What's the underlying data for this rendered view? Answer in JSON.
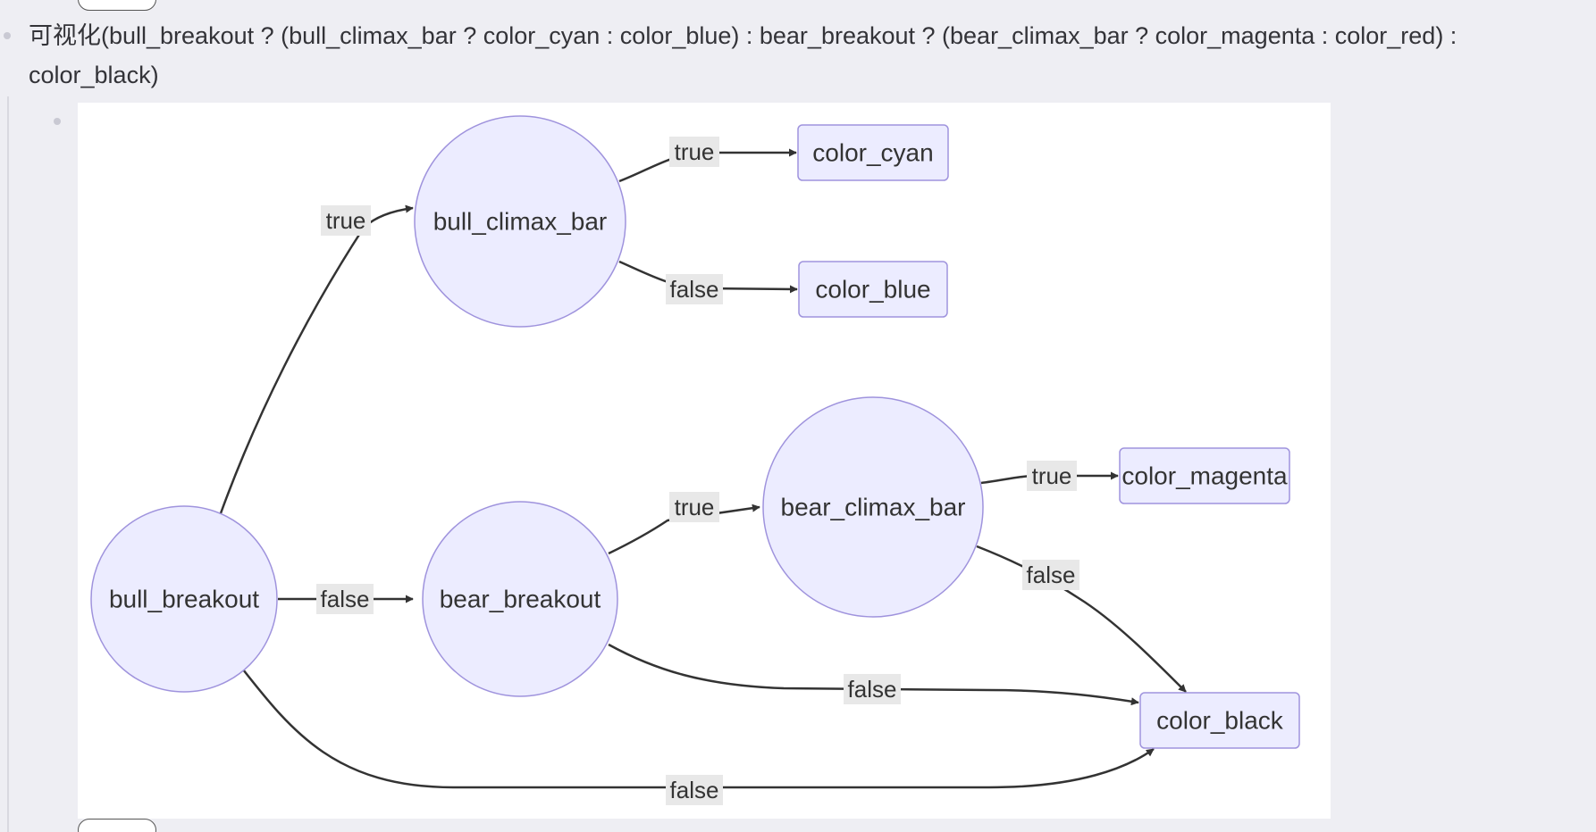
{
  "outline": {
    "expression": "可视化(bull_breakout ? (bull_climax_bar ? color_cyan : color_blue) : bear_breakout ? (bear_climax_bar ? color_magenta : color_red) : color_black)"
  },
  "diagram": {
    "nodes": [
      {
        "id": "bull_breakout",
        "label": "bull_breakout",
        "shape": "circle"
      },
      {
        "id": "bull_climax_bar",
        "label": "bull_climax_bar",
        "shape": "circle"
      },
      {
        "id": "bear_breakout",
        "label": "bear_breakout",
        "shape": "circle"
      },
      {
        "id": "bear_climax_bar",
        "label": "bear_climax_bar",
        "shape": "circle"
      },
      {
        "id": "color_cyan",
        "label": "color_cyan",
        "shape": "box"
      },
      {
        "id": "color_blue",
        "label": "color_blue",
        "shape": "box"
      },
      {
        "id": "color_magenta",
        "label": "color_magenta",
        "shape": "box"
      },
      {
        "id": "color_black",
        "label": "color_black",
        "shape": "box"
      }
    ],
    "edges": [
      {
        "from": "bull_breakout",
        "to": "bull_climax_bar",
        "label": "true"
      },
      {
        "from": "bull_breakout",
        "to": "bear_breakout",
        "label": "false"
      },
      {
        "from": "bull_breakout",
        "to": "color_black",
        "label": "false"
      },
      {
        "from": "bull_climax_bar",
        "to": "color_cyan",
        "label": "true"
      },
      {
        "from": "bull_climax_bar",
        "to": "color_blue",
        "label": "false"
      },
      {
        "from": "bear_breakout",
        "to": "bear_climax_bar",
        "label": "true"
      },
      {
        "from": "bear_breakout",
        "to": "color_black",
        "label": "false"
      },
      {
        "from": "bear_climax_bar",
        "to": "color_magenta",
        "label": "true"
      },
      {
        "from": "bear_climax_bar",
        "to": "color_black",
        "label": "false"
      }
    ],
    "colors": {
      "node_fill": "#ececff",
      "node_stroke": "#9f93dd",
      "edge": "#333333",
      "edge_label_bg": "#e8e8e8"
    }
  }
}
